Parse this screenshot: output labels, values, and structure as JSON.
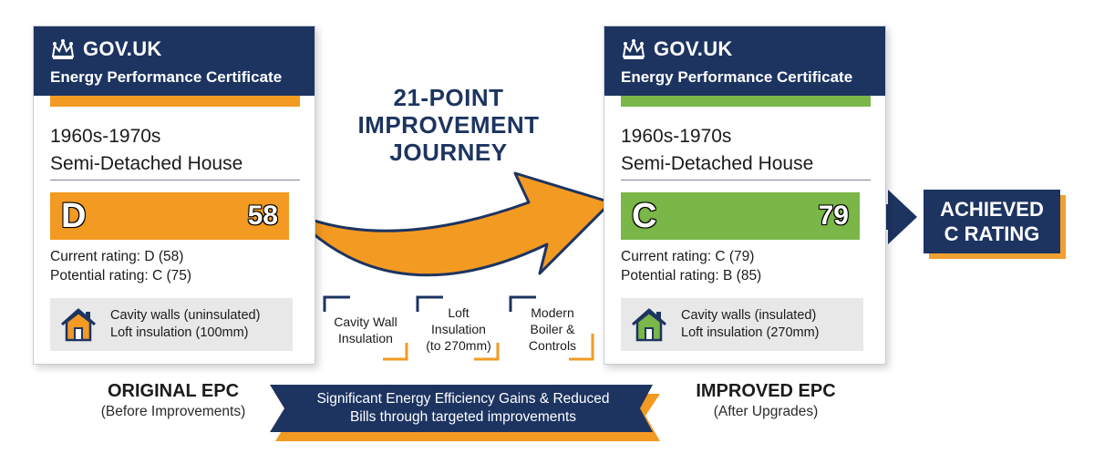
{
  "colors": {
    "navy": "#1d3461",
    "orange": "#f39a22",
    "green": "#7ab648",
    "grey_box": "#e8e8e8"
  },
  "original": {
    "gov_label": "GOV.UK",
    "cert_title": "Energy Performance Certificate",
    "property_line1": "1960s-1970s",
    "property_line2": "Semi-Detached House",
    "rating_letter": "D",
    "rating_score": "58",
    "current_rating": "Current rating: D (58)",
    "potential_rating": "Potential rating: C (75)",
    "walls": "Cavity walls (uninsulated)",
    "loft": "Loft insulation (100mm)",
    "caption_title": "ORIGINAL EPC",
    "caption_sub": "(Before Improvements)"
  },
  "improved": {
    "gov_label": "GOV.UK",
    "cert_title": "Energy Performance Certificate",
    "property_line1": "1960s-1970s",
    "property_line2": "Semi-Detached House",
    "rating_letter": "C",
    "rating_score": "79",
    "current_rating": "Current rating: C (79)",
    "potential_rating": "Potential rating: B (85)",
    "walls": "Cavity walls (insulated)",
    "loft": "Loft insulation (270mm)",
    "caption_title": "IMPROVED EPC",
    "caption_sub": "(After Upgrades)"
  },
  "journey": {
    "line1": "21-POINT",
    "line2": "IMPROVEMENT",
    "line3": "JOURNEY"
  },
  "steps": [
    {
      "line1": "Cavity Wall",
      "line2": "Insulation",
      "line3": ""
    },
    {
      "line1": "Loft",
      "line2": "Insulation",
      "line3": "(to 270mm)"
    },
    {
      "line1": "Modern",
      "line2": "Boiler &",
      "line3": "Controls"
    }
  ],
  "achieved": {
    "line1": "ACHIEVED",
    "line2": "C RATING"
  },
  "banner": {
    "line1": "Significant Energy Efficiency Gains & Reduced",
    "line2": "Bills through targeted improvements"
  }
}
